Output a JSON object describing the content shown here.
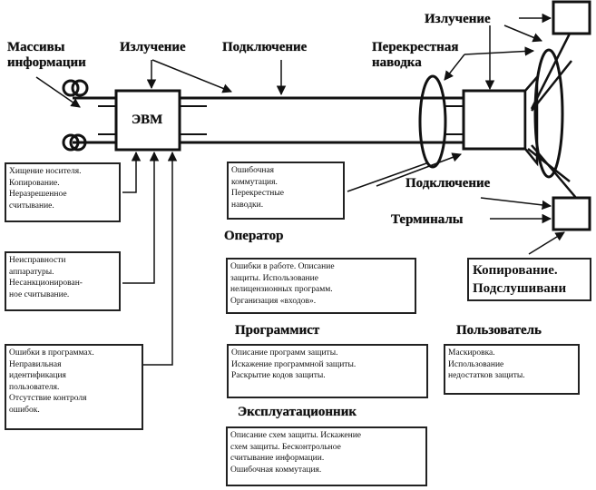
{
  "diagram": {
    "colors": {
      "ink": "#111111",
      "background": "#ffffff"
    },
    "labels": {
      "arrays": [
        "Массивы",
        "информации"
      ],
      "computer": "ЭВМ",
      "radiation_left": "Излучение",
      "connection_top": "Подключение",
      "crosstalk": [
        "Перекрестная",
        "наводка"
      ],
      "radiation_right": "Излучение",
      "connection_right": "Подключение",
      "terminals": "Терминалы",
      "operator": "Оператор",
      "programmer": "Программист",
      "user": "Пользователь",
      "maintainer": "Эксплуатационник"
    },
    "boxes": {
      "media_theft": [
        "Хищение носителя.",
        "Копирование.",
        "Неразрешенное",
        "считывание."
      ],
      "hardware_faults": [
        "Неисправности",
        "аппаратуры.",
        "Несанкционирован-",
        "ное считывание."
      ],
      "program_errors": [
        "Ошибки в программах.",
        "Неправильная",
        "идентификация",
        "пользователя.",
        "Отсутствие контроля",
        "ошибок."
      ],
      "line_errors": [
        "Ошибочная",
        "коммутация.",
        "Перекрестные",
        "наводки."
      ],
      "operator_threats": [
        "Ошибки в работе. Описание",
        "защиты. Использование",
        "нелицензионных программ.",
        "Организация «входов»."
      ],
      "programmer_threats": [
        "Описание программ защиты.",
        "Искажение программной защиты.",
        "Раскрытие кодов защиты."
      ],
      "user_threats": [
        "Маскировка.",
        "Использование",
        "недостатков защиты."
      ],
      "maintainer_threats": [
        "Описание схем защиты. Искажение",
        "схем защиты. Бесконтрольное",
        "считывание информации.",
        "Ошибочная коммутация."
      ],
      "terminal_threats": [
        "Копирование.",
        "Подслушивани"
      ]
    }
  }
}
